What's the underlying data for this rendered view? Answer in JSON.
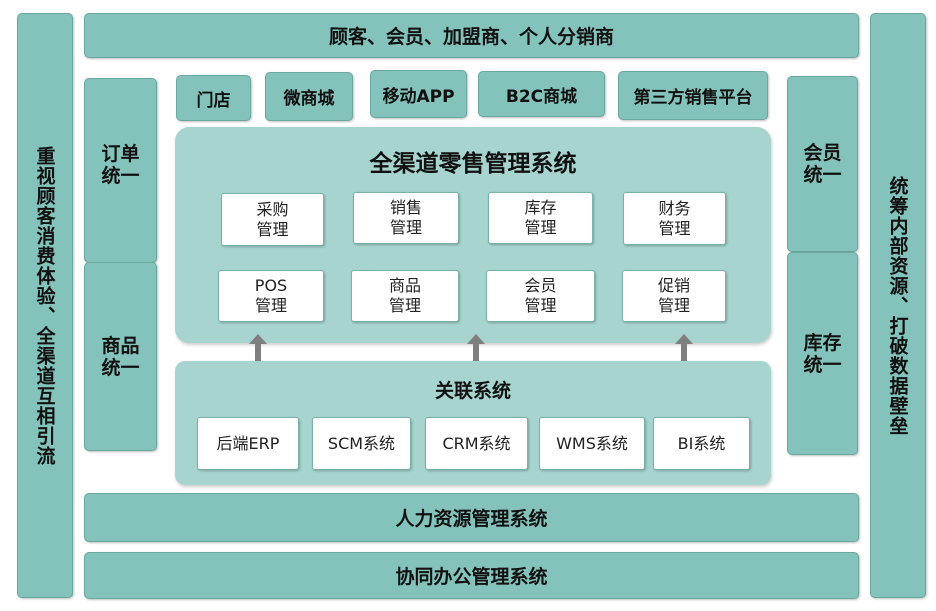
{
  "left_sidebar": {
    "text": "重视顾客消费体验、全渠道互相引流"
  },
  "right_sidebar": {
    "text": "统筹内部资源、打破数据壁垒"
  },
  "top_banner": {
    "text": "顾客、会员、加盟商、个人分销商"
  },
  "channels": [
    {
      "label": "门店"
    },
    {
      "label": "微商城"
    },
    {
      "label": "移动APP"
    },
    {
      "label": "B2C商城"
    },
    {
      "label": "第三方销售平台"
    }
  ],
  "left_unify": [
    {
      "label": "订单统一"
    },
    {
      "label": "商品统一"
    }
  ],
  "right_unify": [
    {
      "label": "会员统一"
    },
    {
      "label": "库存统一"
    }
  ],
  "core_system": {
    "title": "全渠道零售管理系统",
    "modules": [
      {
        "label": "采购管理"
      },
      {
        "label": "销售管理"
      },
      {
        "label": "库存管理"
      },
      {
        "label": "财务管理"
      },
      {
        "label": "POS管理"
      },
      {
        "label": "商品管理"
      },
      {
        "label": "会员管理"
      },
      {
        "label": "促销管理"
      }
    ]
  },
  "related_system": {
    "title": "关联系统",
    "modules": [
      {
        "label": "后端ERP"
      },
      {
        "label": "SCM系统"
      },
      {
        "label": "CRM系统"
      },
      {
        "label": "WMS系统"
      },
      {
        "label": "BI系统"
      }
    ]
  },
  "bottom_bars": [
    {
      "label": "人力资源管理系统"
    },
    {
      "label": "协同办公管理系统"
    }
  ],
  "colors": {
    "outer_box": "#84c3bb",
    "panel": "#a7d4cf",
    "module_box": "#ffffff",
    "arrow": "#7f7f7f"
  }
}
